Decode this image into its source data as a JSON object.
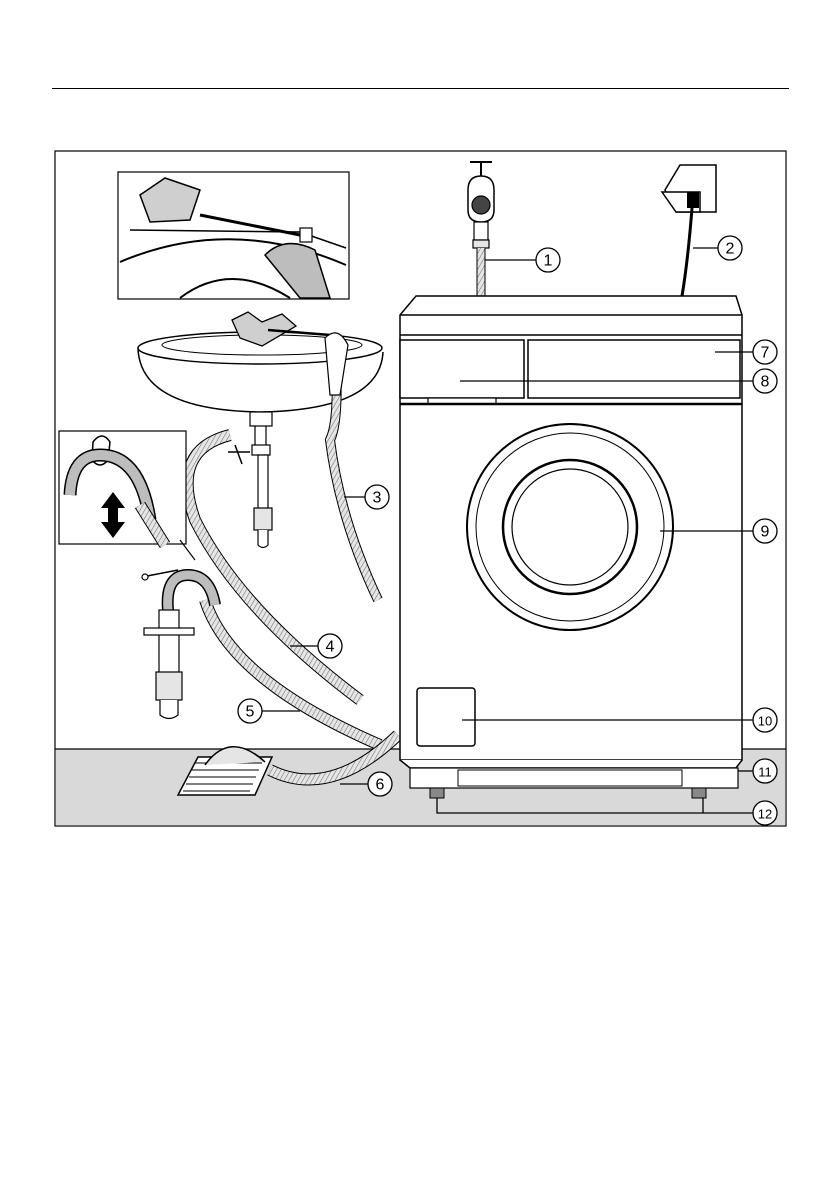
{
  "figure": {
    "callouts": [
      {
        "number": "1"
      },
      {
        "number": "2"
      },
      {
        "number": "3"
      },
      {
        "number": "4"
      },
      {
        "number": "5"
      },
      {
        "number": "6"
      },
      {
        "number": "7"
      },
      {
        "number": "8"
      },
      {
        "number": "9"
      },
      {
        "number": "10"
      },
      {
        "number": "11"
      },
      {
        "number": "12"
      }
    ]
  }
}
